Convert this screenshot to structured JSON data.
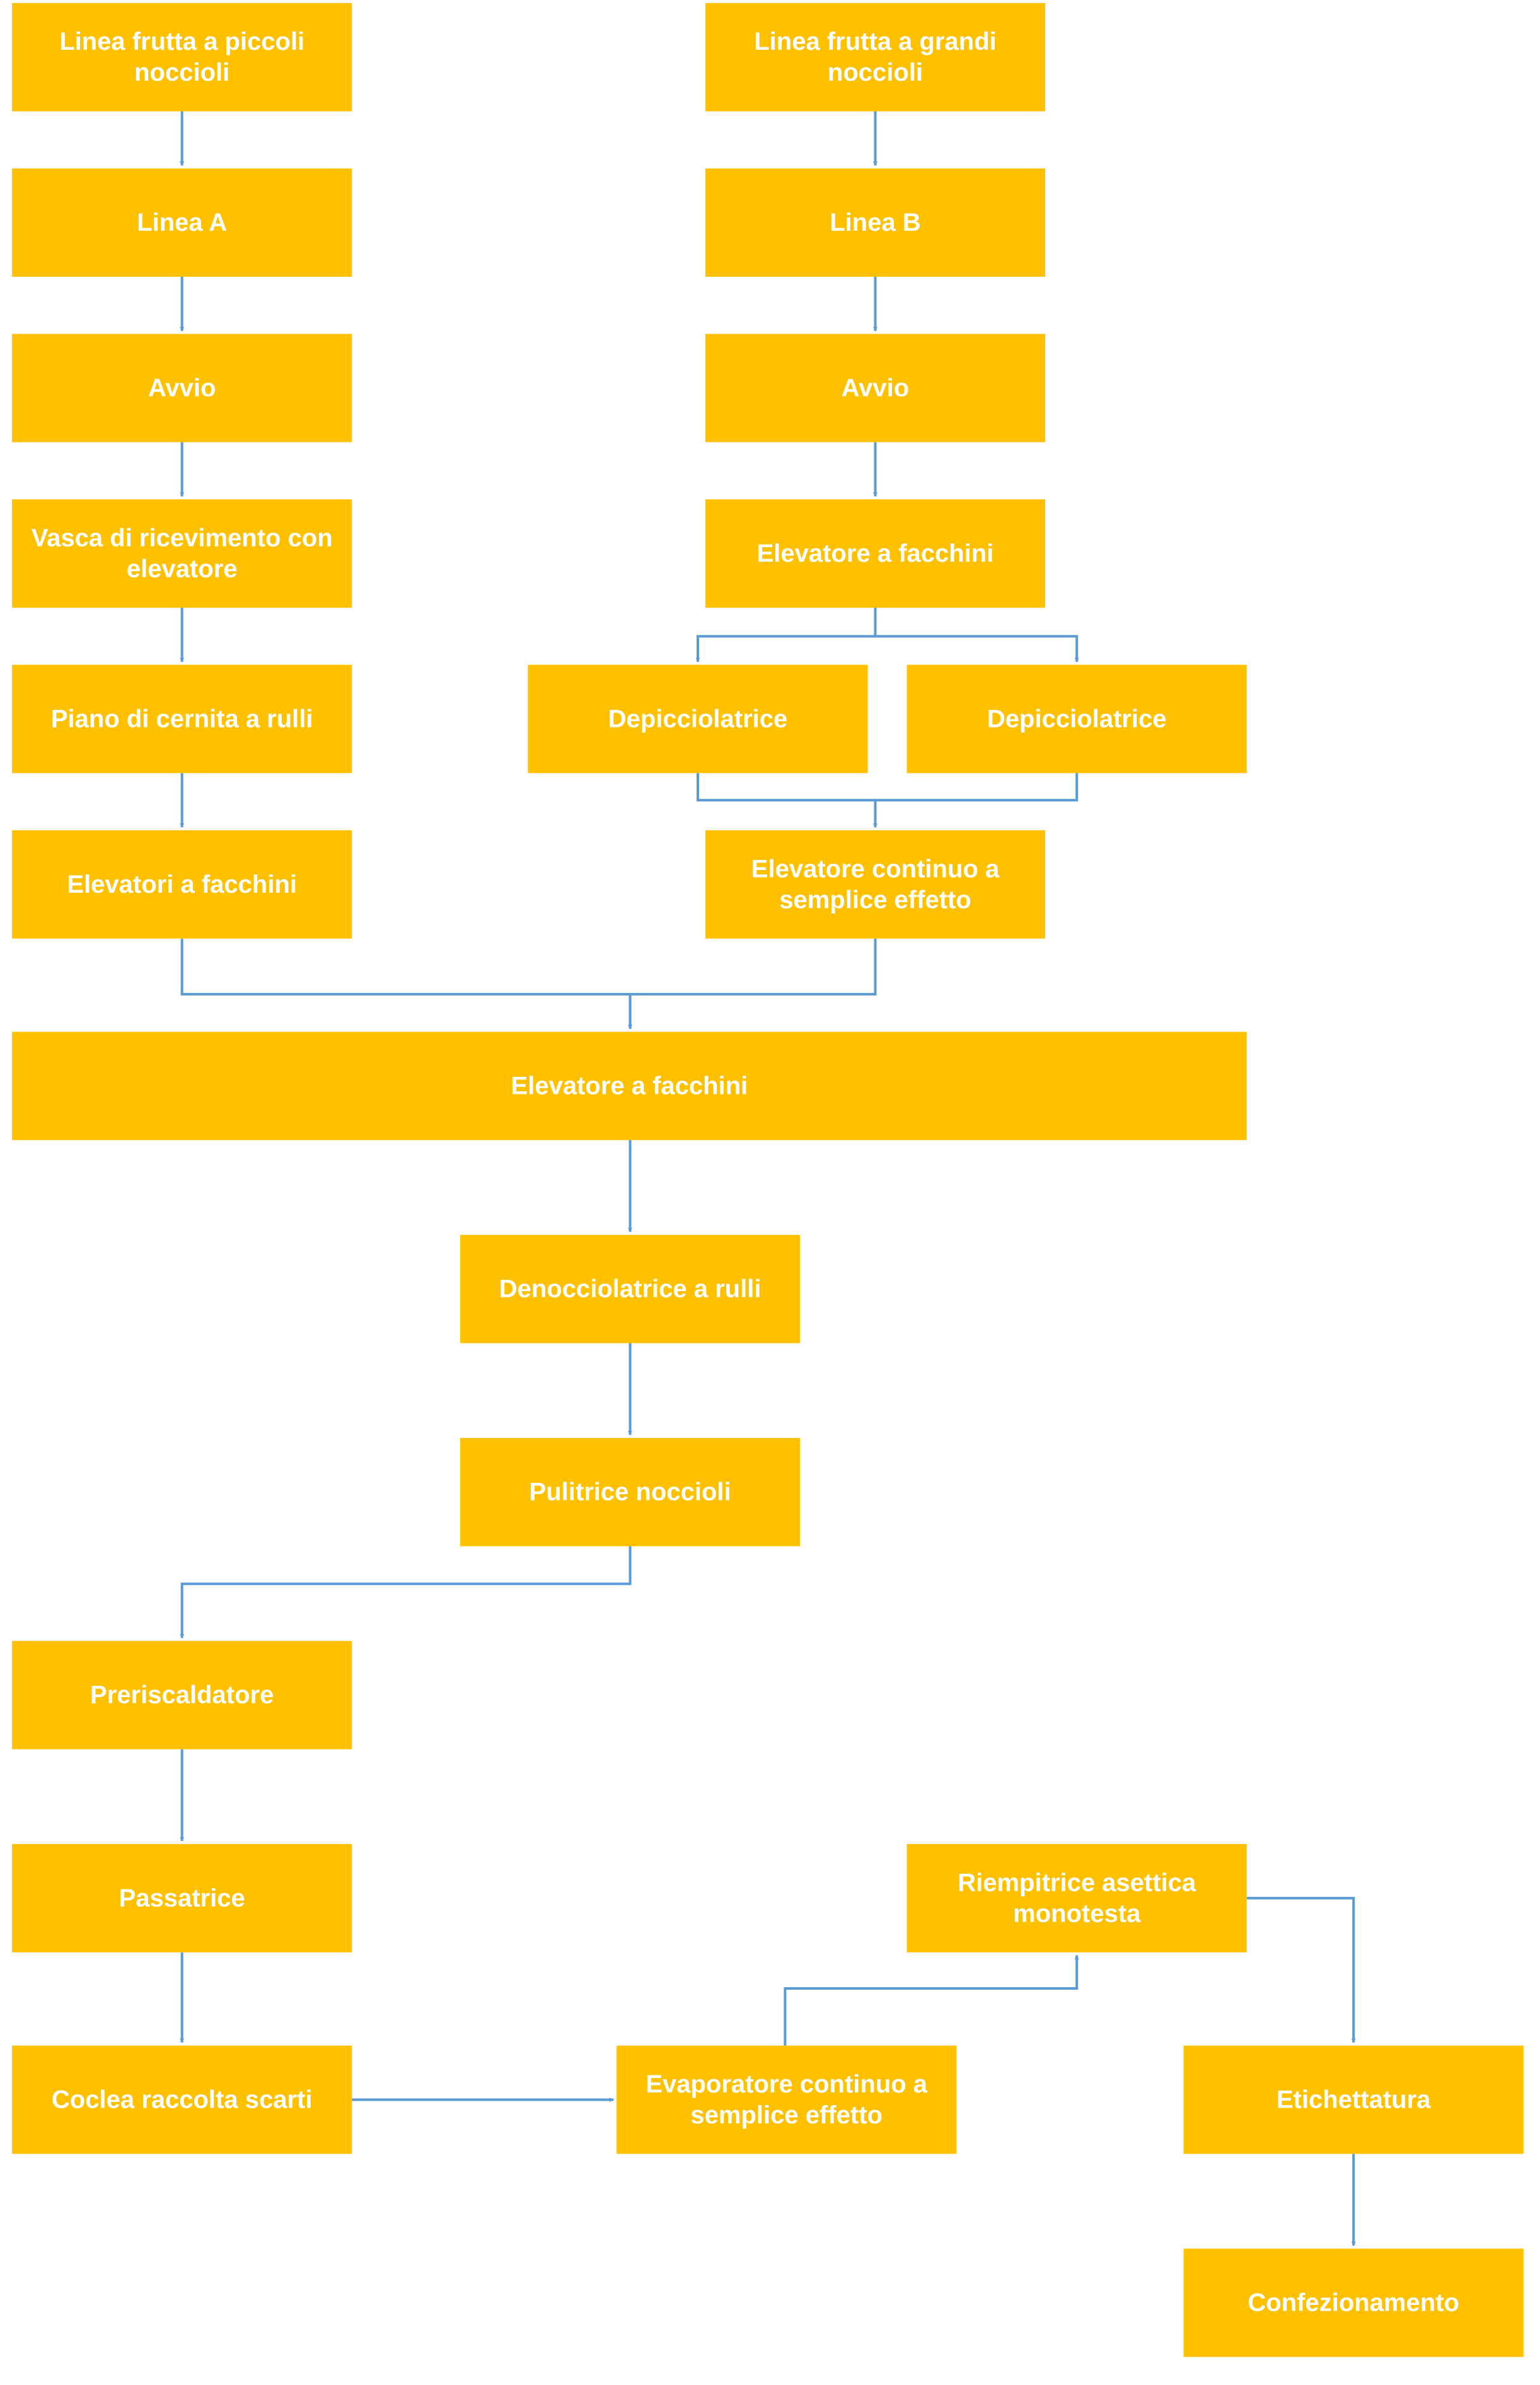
{
  "colors": {
    "node_fill": "#FFC000",
    "node_text": "#FFFFFF",
    "connector": "#5B9BD5",
    "background": "#FFFFFF"
  },
  "nodes": {
    "linea_piccoli": [
      "Linea frutta a piccoli",
      "noccioli"
    ],
    "linea_grandi": [
      "Linea frutta a grandi",
      "noccioli"
    ],
    "linea_a": [
      "Linea A"
    ],
    "linea_b": [
      "Linea B"
    ],
    "avvio_a": [
      "Avvio"
    ],
    "avvio_b": [
      "Avvio"
    ],
    "vasca": [
      "Vasca di ricevimento con",
      "elevatore"
    ],
    "elevatore_b": [
      "Elevatore a facchini"
    ],
    "depicciolatrice_1": [
      "Depicciolatrice"
    ],
    "depicciolatrice_2": [
      "Depicciolatrice"
    ],
    "piano_cernita": [
      "Piano di cernita a rulli"
    ],
    "elevatori_a": [
      "Elevatori a facchini"
    ],
    "elevatore_continuo": [
      "Elevatore continuo a",
      "semplice effetto"
    ],
    "elevatore_main": [
      "Elevatore a facchini"
    ],
    "denocciolatrice": [
      "Denocciolatrice a rulli"
    ],
    "pulitrice": [
      "Pulitrice noccioli"
    ],
    "preriscaldatore": [
      "Preriscaldatore"
    ],
    "passatrice": [
      "Passatrice"
    ],
    "coclea": [
      "Coclea raccolta scarti"
    ],
    "evaporatore": [
      "Evaporatore continuo a",
      "semplice effetto"
    ],
    "riempitrice": [
      "Riempitrice asettica",
      "monotesta"
    ],
    "etichettatura": [
      "Etichettatura"
    ],
    "confezionamento": [
      "Confezionamento"
    ]
  },
  "edges": [
    [
      "linea_piccoli",
      "linea_a"
    ],
    [
      "linea_a",
      "avvio_a"
    ],
    [
      "avvio_a",
      "vasca"
    ],
    [
      "vasca",
      "piano_cernita"
    ],
    [
      "piano_cernita",
      "elevatori_a"
    ],
    [
      "linea_grandi",
      "linea_b"
    ],
    [
      "linea_b",
      "avvio_b"
    ],
    [
      "avvio_b",
      "elevatore_b"
    ],
    [
      "elevatore_b",
      "depicciolatrice_1"
    ],
    [
      "elevatore_b",
      "depicciolatrice_2"
    ],
    [
      "depicciolatrice_1",
      "elevatore_continuo"
    ],
    [
      "depicciolatrice_2",
      "elevatore_continuo"
    ],
    [
      "elevatori_a",
      "elevatore_main"
    ],
    [
      "elevatore_continuo",
      "elevatore_main"
    ],
    [
      "elevatore_main",
      "denocciolatrice"
    ],
    [
      "denocciolatrice",
      "pulitrice"
    ],
    [
      "pulitrice",
      "preriscaldatore"
    ],
    [
      "preriscaldatore",
      "passatrice"
    ],
    [
      "passatrice",
      "coclea"
    ],
    [
      "coclea",
      "evaporatore"
    ],
    [
      "evaporatore",
      "riempitrice"
    ],
    [
      "riempitrice",
      "etichettatura"
    ],
    [
      "etichettatura",
      "confezionamento"
    ]
  ]
}
